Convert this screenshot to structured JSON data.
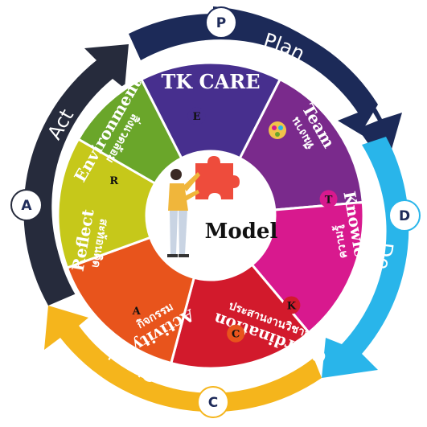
{
  "cycle": {
    "ring_labels": [
      {
        "id": "plan",
        "label": "Plan"
      },
      {
        "id": "do",
        "label": "Do"
      },
      {
        "id": "check",
        "label": "Check"
      },
      {
        "id": "act",
        "label": "Act"
      }
    ],
    "badges": [
      {
        "id": "p",
        "letter": "P"
      },
      {
        "id": "d",
        "letter": "D"
      },
      {
        "id": "c",
        "letter": "C"
      },
      {
        "id": "a",
        "letter": "A"
      }
    ],
    "ring_colors": {
      "plan": "#1c2a58",
      "do": "#29b5ea",
      "check": "#f5b51c",
      "act": "#262b3c"
    }
  },
  "title": "TK CARE",
  "segments": [
    {
      "id": "team",
      "en": "Team",
      "th": "ทีมงาน",
      "color": "#7a2a8c"
    },
    {
      "id": "knowledge",
      "en": "Knowledge",
      "th": "ความรู้",
      "color": "#d8198e"
    },
    {
      "id": "coordination",
      "en": "Coordination",
      "th": "ประสานงานวิชาการ",
      "color": "#d21a2c"
    },
    {
      "id": "activity",
      "en": "Activity",
      "th": "กิจกรรม",
      "color": "#e8541c"
    },
    {
      "id": "reflect",
      "en": "Reflect",
      "th": "สะท้อนคิด",
      "color": "#c6c81a"
    },
    {
      "id": "environment",
      "en": "Environment",
      "th": "สิ่งแวดล้อม",
      "color": "#6aa62a"
    },
    {
      "id": "tkcare",
      "en": "TK CARE",
      "th": "",
      "color": "#472f8e"
    }
  ],
  "knobs": [
    {
      "id": "e",
      "letter": "E"
    },
    {
      "id": "t",
      "letter": "T"
    },
    {
      "id": "k",
      "letter": "K"
    },
    {
      "id": "c",
      "letter": "C"
    },
    {
      "id": "a",
      "letter": "A"
    },
    {
      "id": "r",
      "letter": "R"
    }
  ],
  "center": {
    "label": "Model"
  }
}
